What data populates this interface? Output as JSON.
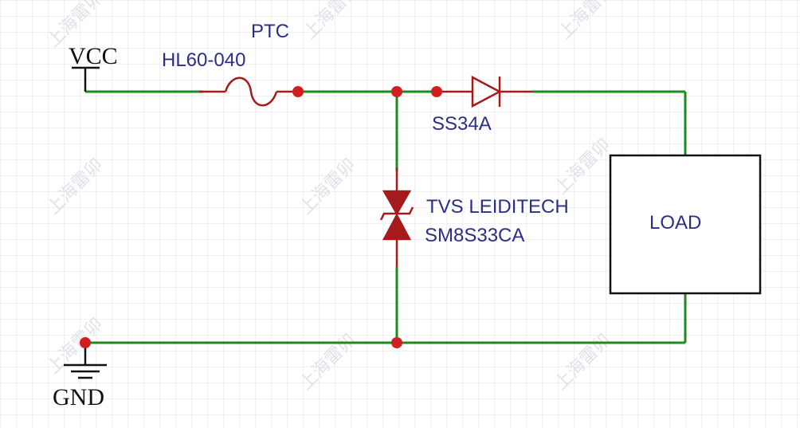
{
  "diagram": {
    "supply_label": "VCC",
    "ground_label": "GND",
    "ptc_title": "PTC",
    "ptc_part": "HL60-040",
    "diode_part": "SS34A",
    "tvs_line1": "TVS LEIDITECH",
    "tvs_line2": "SM8S33CA",
    "load_label": "LOAD",
    "watermark": "上海雷卯"
  },
  "colors": {
    "wire": "#1f8a1f",
    "component": "#a51b1b",
    "junction": "#d11f1f",
    "label": "#2a2f86",
    "grid": "#e3e3e3",
    "load_border": "#111111"
  }
}
